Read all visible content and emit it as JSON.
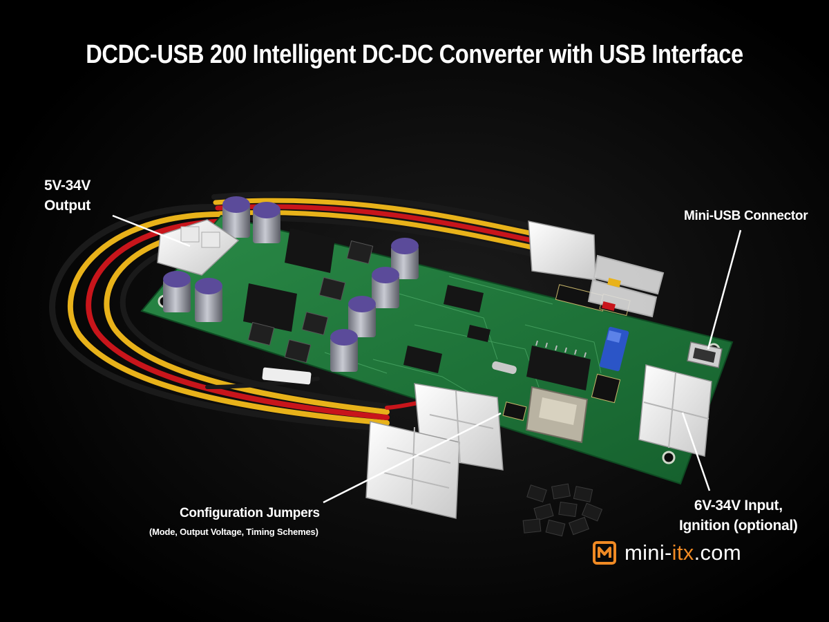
{
  "title": "DCDC-USB 200 Intelligent DC-DC Converter with USB Interface",
  "labels": {
    "output_line1": "5V-34V",
    "output_line2": "Output",
    "usb": "Mini-USB Connector",
    "input_line1": "6V-34V Input,",
    "input_line2": "Ignition (optional)",
    "jumpers": "Configuration Jumpers",
    "jumpers_sub": "(Mode, Output Voltage, Timing Schemes)"
  },
  "brand": {
    "prefix": "mini-",
    "accent": "itx",
    "suffix": ".com",
    "accent_color": "#f08a24"
  },
  "colors": {
    "background": "#000000",
    "pcb": "#1f7a3c",
    "wire_red": "#c8151b",
    "wire_yellow": "#e8b21a",
    "wire_black": "#1a1a1a",
    "text": "#ffffff"
  }
}
